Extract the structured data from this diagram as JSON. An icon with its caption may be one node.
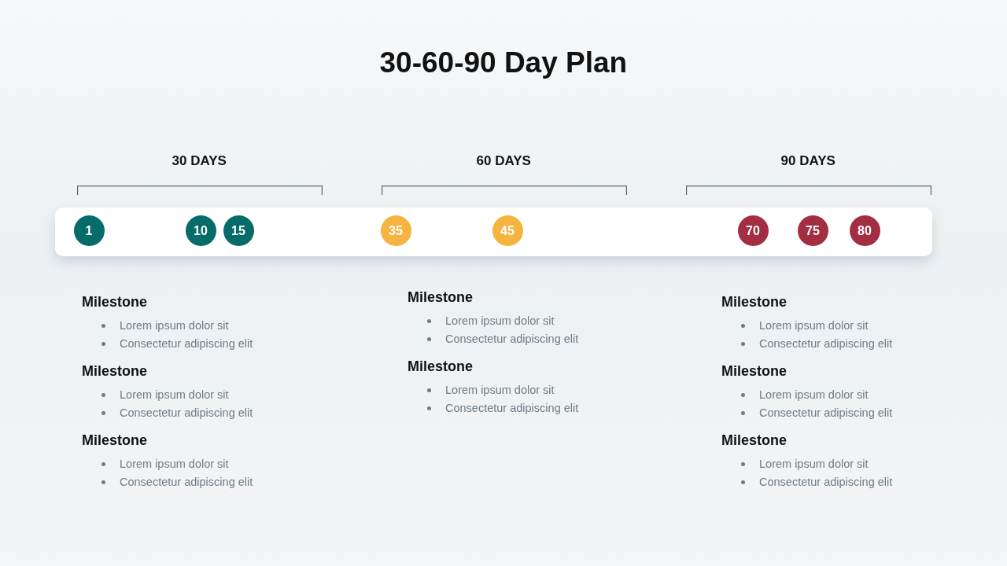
{
  "diagram": {
    "title": "30-60-90 Day Plan",
    "nodes": [
      {
        "text": [],
        "shape": "bar"
      },
      {
        "text": [
          "1"
        ],
        "in": 0
      },
      {
        "text": [
          "10"
        ],
        "in": 0
      },
      {
        "text": [
          "15"
        ],
        "in": 0
      },
      {
        "text": [
          "35"
        ],
        "in": 0
      },
      {
        "text": [
          "45"
        ],
        "in": 0
      },
      {
        "text": [
          "70"
        ],
        "in": 0
      },
      {
        "text": [
          "75"
        ],
        "in": 0
      },
      {
        "text": [
          "80"
        ],
        "in": 0
      }
    ],
    "labels": [
      "30 DAYS",
      "60 DAYS",
      "90 DAYS",
      "Milestone",
      "Lorem ipsum dolor sit",
      "Consectetur adipiscing elit",
      "Milestone",
      "Lorem ipsum dolor sit",
      "Consectetur adipiscing elit",
      "Milestone",
      "Lorem ipsum dolor sit",
      "Consectetur adipiscing elit",
      "Milestone",
      "Lorem ipsum dolor sit",
      "Consectetur adipiscing elit",
      "Milestone",
      "Lorem ipsum dolor sit",
      "Consectetur adipiscing elit",
      "Milestone",
      "Lorem ipsum dolor sit",
      "Consectetur adipiscing elit",
      "Milestone",
      "Lorem ipsum dolor sit",
      "Consectetur adipiscing elit",
      "Milestone",
      "Lorem ipsum dolor sit",
      "Consectetur adipiscing elit"
    ]
  }
}
